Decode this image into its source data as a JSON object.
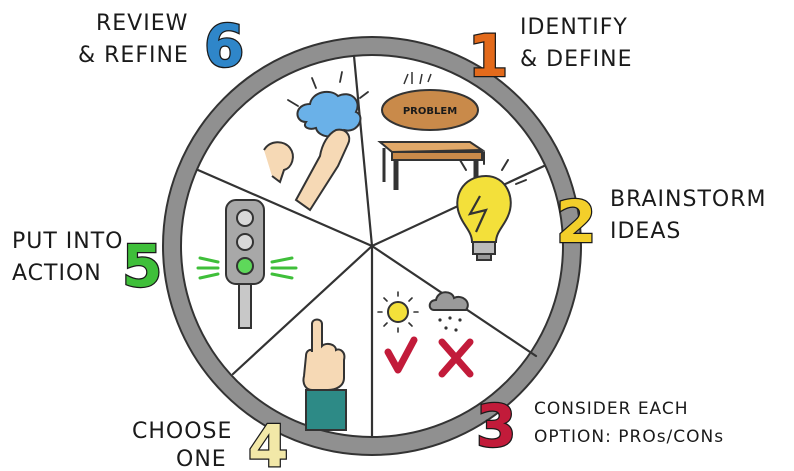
{
  "steps": [
    {
      "number": "1",
      "line1": "IDENTIFY",
      "line2": "& DEFINE",
      "color": "#e36a1b"
    },
    {
      "number": "2",
      "line1": "BRAINSTORM",
      "line2": "IDEAS",
      "color": "#f3cf2a"
    },
    {
      "number": "3",
      "line1": "CONSIDER EACH",
      "line2": "OPTION: PROs/CONs",
      "color": "#c21b3a"
    },
    {
      "number": "4",
      "line1": "CHOOSE",
      "line2": "ONE",
      "color": "#f2e8a8"
    },
    {
      "number": "5",
      "line1": "PUT INTO",
      "line2": "ACTION",
      "color": "#3fbf3a"
    },
    {
      "number": "6",
      "line1": "REVIEW",
      "line2": "& REFINE",
      "color": "#2f86c9"
    }
  ],
  "problem_sign": "PROBLEM",
  "icons": {
    "step1": "problem-on-table-icon",
    "step2": "lightbulb-icon",
    "step3": "sun-cloud-check-cross-icon",
    "step4": "pointing-finger-icon",
    "step5": "traffic-light-icon",
    "step6": "hand-holding-cloud-icon"
  }
}
